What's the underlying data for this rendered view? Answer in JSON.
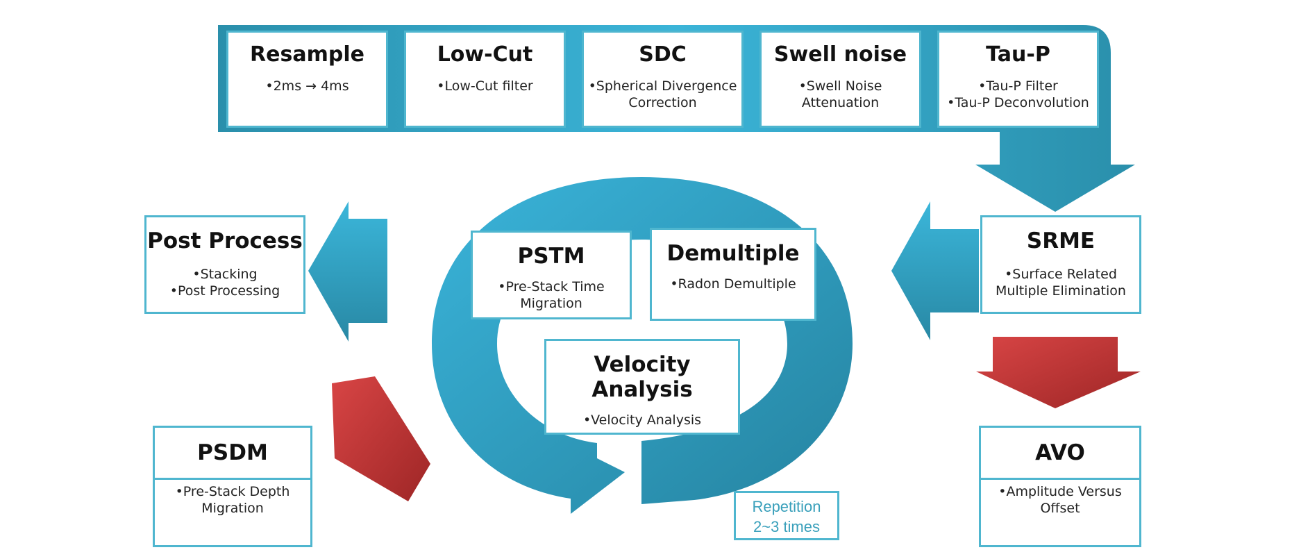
{
  "colors": {
    "blue": "#3ab2d6",
    "blue_dark": "#2a8fab",
    "red": "#d23d3d",
    "red_dark": "#a82a2a",
    "border": "#4fb6cf"
  },
  "boxes": {
    "resample": {
      "title": "Resample",
      "items": [
        "•2ms → 4ms"
      ]
    },
    "lowcut": {
      "title": "Low-Cut",
      "items": [
        "•Low-Cut filter"
      ]
    },
    "sdc": {
      "title": "SDC",
      "items": [
        "•Spherical Divergence",
        "Correction"
      ]
    },
    "swell": {
      "title": "Swell noise",
      "items": [
        "•Swell Noise",
        "Attenuation"
      ]
    },
    "taup": {
      "title": "Tau-P",
      "items": [
        "•Tau-P Filter",
        "•Tau-P Deconvolution"
      ]
    },
    "srme": {
      "title": "SRME",
      "items": [
        "•Surface Related",
        "Multiple Elimination"
      ]
    },
    "pstm": {
      "title": "PSTM",
      "items": [
        "•Pre-Stack Time",
        "Migration"
      ]
    },
    "demultiple": {
      "title": "Demultiple",
      "items": [
        "•Radon Demultiple"
      ]
    },
    "velocity": {
      "title": "Velocity Analysis",
      "items": [
        "•Velocity Analysis"
      ]
    },
    "postprocess": {
      "title": "Post Process",
      "items": [
        "•Stacking",
        "•Post Processing"
      ]
    },
    "psdm": {
      "title": "PSDM",
      "items": [
        "•Pre-Stack Depth",
        "Migration"
      ]
    },
    "avo": {
      "title": "AVO",
      "items": [
        "•Amplitude Versus",
        "Offset"
      ]
    }
  },
  "repetition": {
    "line1": "Repetition",
    "line2": "2~3  times"
  }
}
